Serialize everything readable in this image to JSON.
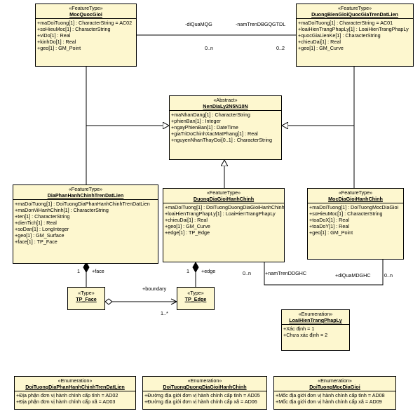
{
  "classes": {
    "mocQuocGioi": {
      "stereotype": "«FeatureType»",
      "name": "MocQuocGioi",
      "attributes": [
        "+maDoiTuong[1] : CharacterString = AC02",
        "+soHieuMoc[1] : CharacterString",
        "+viDo[1] : Real",
        "+kinhDo[1] : Real",
        "+geo[1] : GM_Point"
      ]
    },
    "duongBienGioi": {
      "stereotype": "«FeatureType»",
      "name": "DuongBienGioiQuocGiaTrenDatLien",
      "attributes": [
        "+maDoiTuong[1] : CharacterString = AC01",
        "+loaiHienTrangPhapLy[1] : LoaiHienTrangPhapLy",
        "+quocGiaLienKe[1] : CharacterString",
        "+chieuDai[1] : Real",
        "+geo[1] : GM_Curve"
      ]
    },
    "nenDiaLy": {
      "stereotype": "«Abstract»",
      "name": "NenDiaLy2N5N10N",
      "attributes": [
        "+maNhanDang[1] : CharacterString",
        "+phienBan[1] : Integer",
        "+ngayPhienBan[1] : DateTime",
        "+giaTriDoChinhXacMatPhang[1] : Real",
        "+nguyenNhanThayDoi[0..1] : CharacterString"
      ]
    },
    "diaPhan": {
      "stereotype": "«FeatureType»",
      "name": "DiaPhanHanhChinhTrenDatLien",
      "attributes": [
        "+maDoiTuong[1] : DoiTuongDiaPhanHanhChinhTrenDatLien",
        "+maDonViHanhChinh[1] : CharacterString",
        "+ten[1] : CharacterString",
        "+dienTich[1] : Real",
        "+soDan[1] : LongInteger",
        "+geo[1] : GM_Surface",
        "+face[1] : TP_Face"
      ]
    },
    "duongDiaGioi": {
      "stereotype": "«FeatureType»",
      "name": "DuongDiaGioiHanhChinh",
      "attributes": [
        "+maDoiTuong[1] : DoiTuongDuongDiaGioiHanhChinh",
        "+loaiHienTrangPhapLy[1] : LoaiHienTrangPhapLy",
        "+chieuDai[1] : Real",
        "+geo[1] : GM_Curve",
        "+edge[1] : TP_Edge"
      ]
    },
    "mocDiaGioi": {
      "stereotype": "«FeatureType»",
      "name": "MocDiaGioiHanhChinh",
      "attributes": [
        "+maDoiTuong[1] : DoiTuongMocDiaGioi",
        "+soHieuMoc[1] : CharacterString",
        "+toaDoX[1] : Real",
        "+toaDoY[1] : Real",
        "+geo[1] : GM_Point"
      ]
    },
    "tpFace": {
      "stereotype": "«Type»",
      "name": "TP_Face",
      "attributes": []
    },
    "tpEdge": {
      "stereotype": "«Type»",
      "name": "TP_Edge",
      "attributes": []
    },
    "loaiHienTrang": {
      "stereotype": "«Enumeration»",
      "name": "LoaiHienTrangPhapLy",
      "attributes": [
        "+Xác định = 1",
        "+Chưa xác định = 2"
      ]
    },
    "enumDiaPhan": {
      "stereotype": "«Enumeration»",
      "name": "DoiTuongDiaPhanHanhChinhTrenDatLien",
      "attributes": [
        "+Địa phận đơn vị hành chính cấp tỉnh = AD02",
        "+Địa phận đơn vị hành chính cấp xã = AD03"
      ]
    },
    "enumDuong": {
      "stereotype": "«Enumeration»",
      "name": "DoiTuongDuongDiaGioiHanhChinh",
      "attributes": [
        "+Đường địa giới đơn vị hành chính cấp tỉnh = AD05",
        "+Đường địa giới đơn vị hành chính cấp xã = AD06"
      ]
    },
    "enumMoc": {
      "stereotype": "«Enumeration»",
      "name": "DoiTuongMocDiaGioi",
      "attributes": [
        "+Mốc địa giới đơn vị hành chính cấp tỉnh = AD08",
        "+Mốc địa giới đơn vị hành chính cấp xã = AD09"
      ]
    }
  },
  "labels": {
    "diQuaMQG": "-diQuaMQG",
    "namTrenDBGQGTDL": "-namTrenDBGQGTDL",
    "mult_0n_top": "0..n",
    "mult_02": "0..2",
    "mult_1_face": "1",
    "face_role": "+face",
    "mult_1_edge": "1",
    "edge_role": "+edge",
    "boundary_role": "+boundary",
    "mult_1star": "1..*",
    "mult_0n_left": "0..n",
    "namTrenDDGHC": "+namTrenDDGHC",
    "diQuaMDGHC": "+diQuaMDGHC",
    "mult_0n_right": "0..n"
  }
}
